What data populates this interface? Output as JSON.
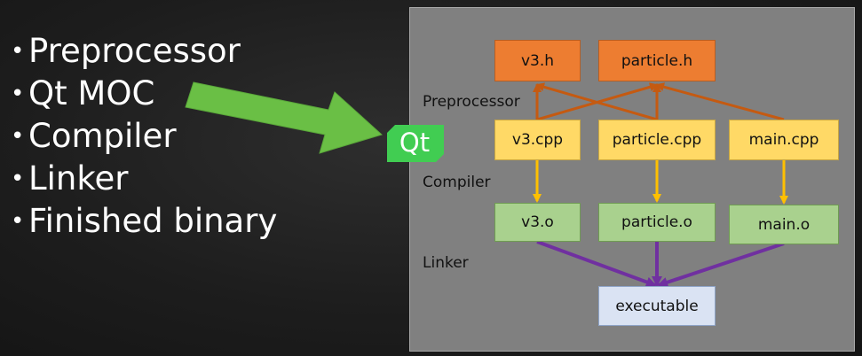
{
  "bullets": [
    {
      "text": "Preprocessor"
    },
    {
      "text": "Qt MOC"
    },
    {
      "text": "Compiler"
    },
    {
      "text": "Linker"
    },
    {
      "text": "Finished binary"
    }
  ],
  "qt_logo": {
    "text": "Qt",
    "color": "#41cd52"
  },
  "stages": {
    "preprocessor": "Preprocessor",
    "compiler": "Compiler",
    "linker": "Linker"
  },
  "headers": [
    {
      "label": "v3.h"
    },
    {
      "label": "particle.h"
    }
  ],
  "sources": [
    {
      "label": "v3.cpp"
    },
    {
      "label": "particle.cpp"
    },
    {
      "label": "main.cpp"
    }
  ],
  "objects": [
    {
      "label": "v3.o"
    },
    {
      "label": "particle.o"
    },
    {
      "label": "main.o"
    }
  ],
  "output": {
    "label": "executable"
  },
  "colors": {
    "header": "#ed7d31",
    "source": "#ffd966",
    "object": "#a9d18e",
    "executable": "#dae3f3",
    "include_arrow": "#c55a11",
    "compile_arrow": "#ffc000",
    "link_arrow": "#7030a0",
    "pointer_arrow": "#6abf45"
  }
}
